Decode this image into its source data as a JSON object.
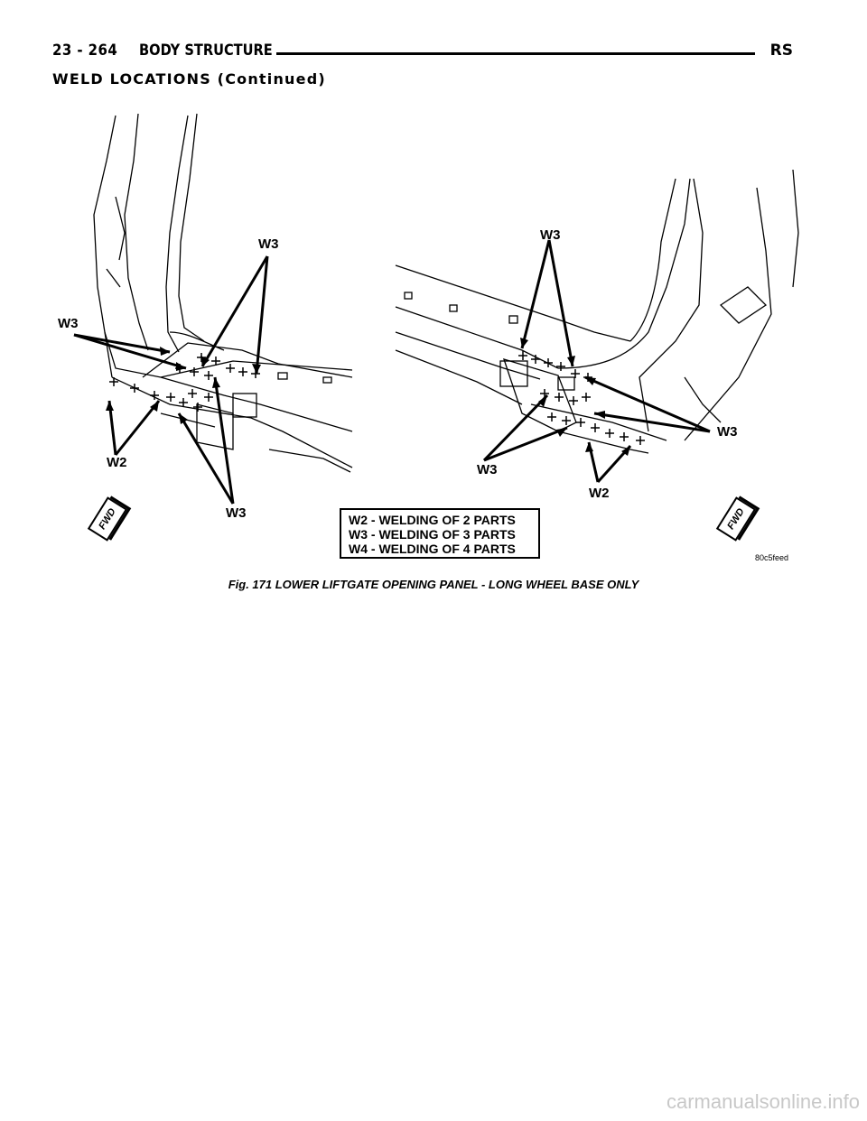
{
  "header": {
    "page_number": "23 - 264",
    "section": "BODY STRUCTURE",
    "model_code": "RS"
  },
  "section_title": "WELD LOCATIONS (Continued)",
  "figure": {
    "labels": {
      "left_w3_top": "W3",
      "left_w3_side": "W3",
      "left_w2": "W2",
      "left_w3_bottom": "W3",
      "right_w3_top": "W3",
      "right_w3_side": "W3",
      "right_w3_bottom": "W3",
      "right_w2": "W2"
    },
    "fwd_label": "FWD",
    "legend": [
      "W2 - WELDING OF 2 PARTS",
      "W3 - WELDING OF 3 PARTS",
      "W4 - WELDING OF 4 PARTS"
    ],
    "figure_code": "80c5feed",
    "caption": "Fig. 171 LOWER LIFTGATE OPENING PANEL - LONG WHEEL BASE ONLY"
  },
  "watermark": "carmanualsonline.info"
}
